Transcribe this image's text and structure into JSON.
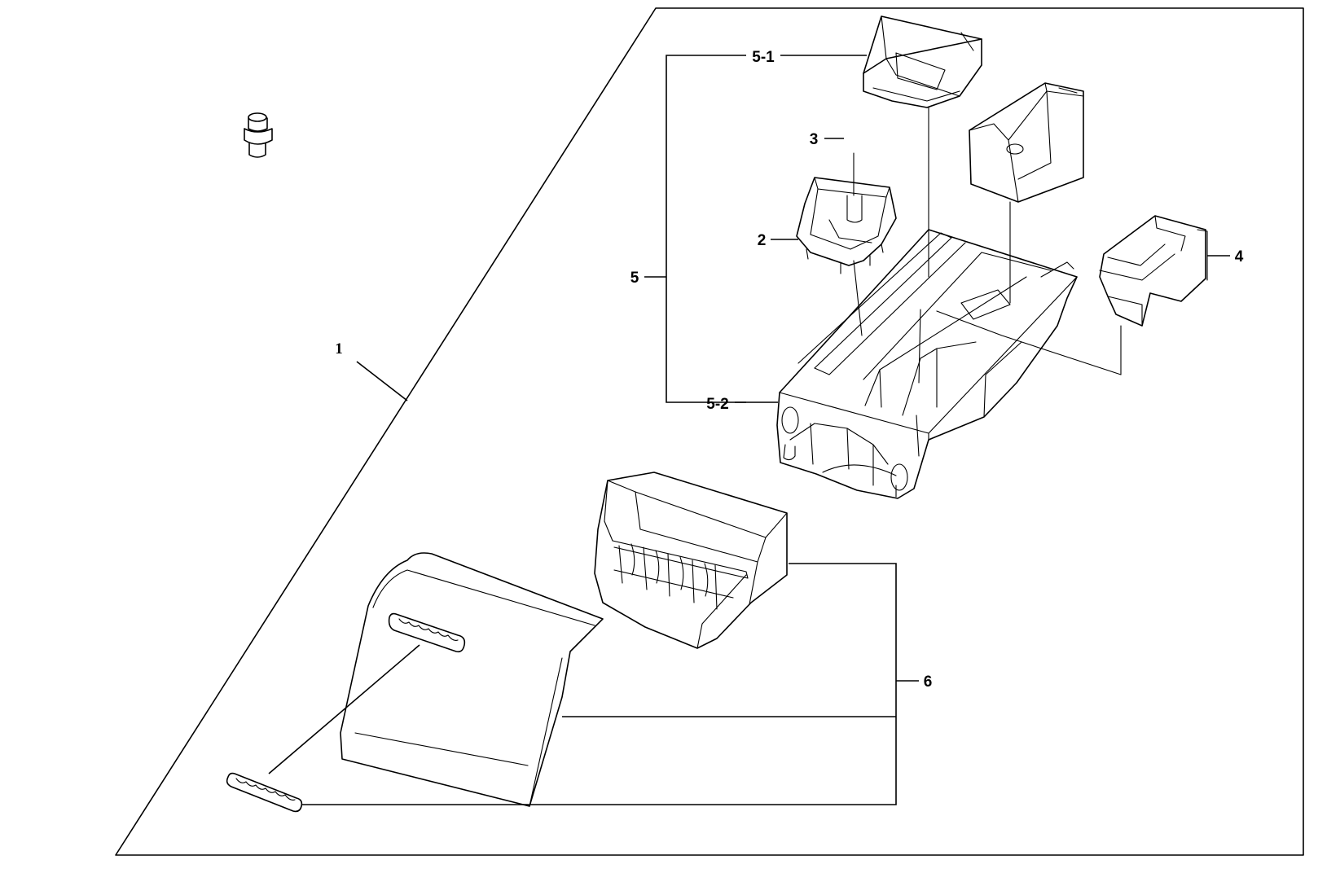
{
  "diagram": {
    "callouts": {
      "c1": "1",
      "c2": "2",
      "c3": "3",
      "c4": "4",
      "c5": "5",
      "c5_1": "5-1",
      "c5_2": "5-2",
      "c6": "6"
    }
  }
}
